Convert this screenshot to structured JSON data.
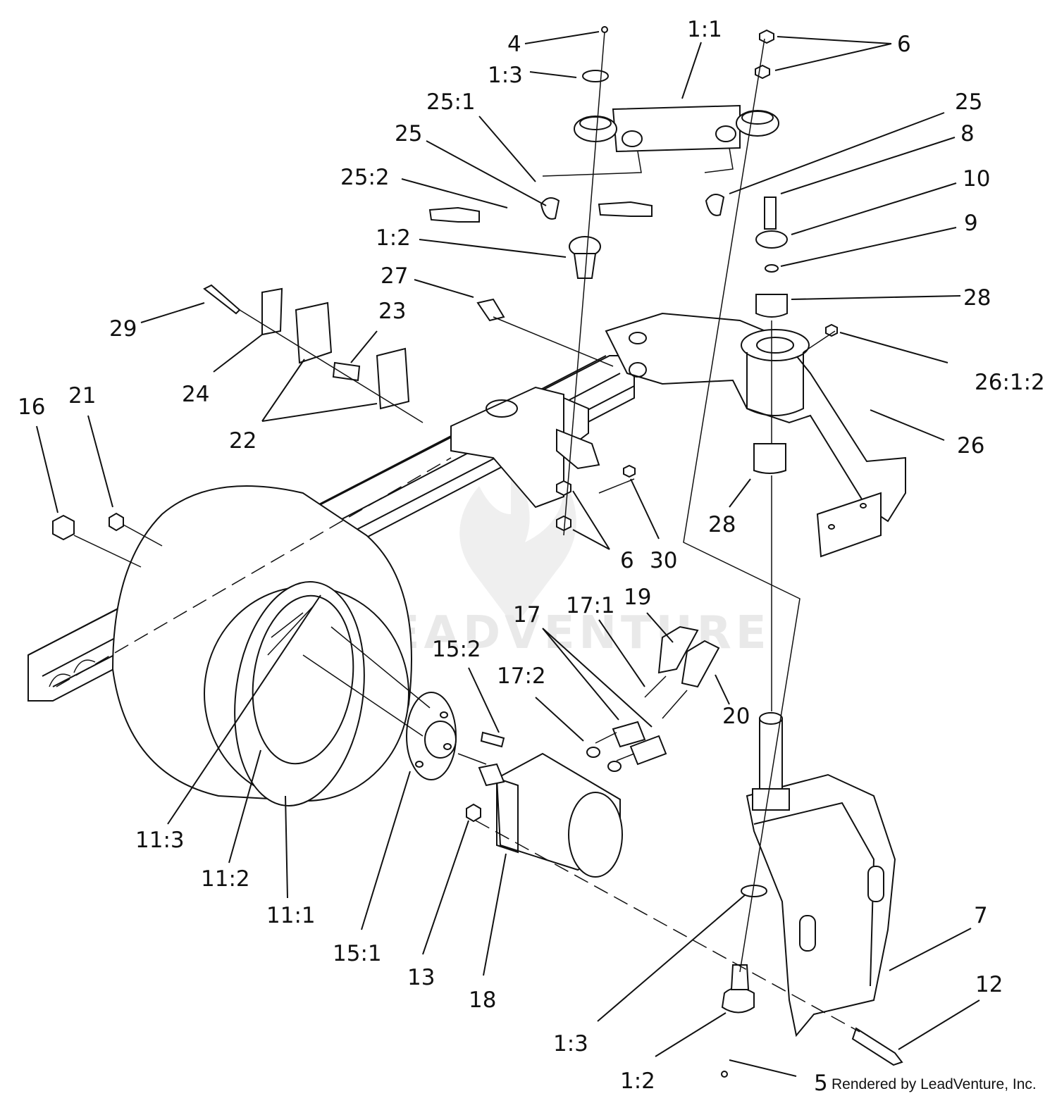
{
  "callouts": {
    "c_4": "4",
    "c_1_1": "1:1",
    "c_6_top": "6",
    "c_1_3_top": "1:3",
    "c_25_1": "25:1",
    "c_25_left": "25",
    "c_25_right": "25",
    "c_8": "8",
    "c_25_2": "25:2",
    "c_10": "10",
    "c_9": "9",
    "c_1_2_top": "1:2",
    "c_27": "27",
    "c_28_top": "28",
    "c_23": "23",
    "c_29": "29",
    "c_26_1_2": "26:1:2",
    "c_24": "24",
    "c_16": "16",
    "c_21": "21",
    "c_22": "22",
    "c_26": "26",
    "c_28_mid": "28",
    "c_6_mid": "6",
    "c_30": "30",
    "c_19": "19",
    "c_17": "17",
    "c_17_1": "17:1",
    "c_15_2": "15:2",
    "c_17_2": "17:2",
    "c_20": "20",
    "c_11_3": "11:3",
    "c_11_2": "11:2",
    "c_11_1": "11:1",
    "c_15_1": "15:1",
    "c_13": "13",
    "c_18": "18",
    "c_7": "7",
    "c_12": "12",
    "c_1_3_bottom": "1:3",
    "c_1_2_bottom": "1:2",
    "c_5": "5"
  },
  "credit": "Rendered by LeadVenture, Inc.",
  "watermark": "LEADVENTURE"
}
